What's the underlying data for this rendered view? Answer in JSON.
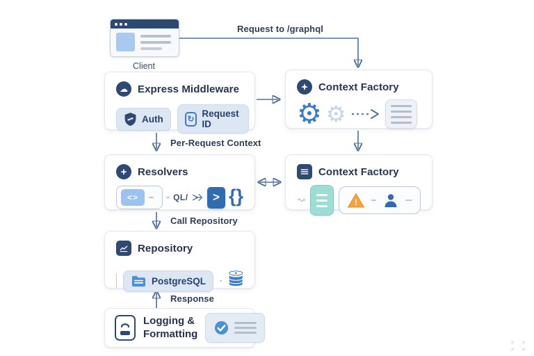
{
  "client": {
    "label": "Client"
  },
  "edges": {
    "request": "Request to /graphql",
    "per_request": "Per-Request Context",
    "call_repository": "Call Repository",
    "response": "Response"
  },
  "nodes": {
    "express_middleware": {
      "title": "Express Middleware",
      "chips": [
        {
          "label": "Auth"
        },
        {
          "label": "Request ID"
        }
      ]
    },
    "context_factory_top": {
      "title": "Context Factory"
    },
    "resolvers": {
      "title": "Resolvers",
      "plus_glyph": "+",
      "code_glyph": "<>",
      "inline_text": "QL/",
      "exec_glyph": ">",
      "braces_glyph": "{}"
    },
    "context_factory_side": {
      "title": "Context Factory",
      "warning_glyph": "!"
    },
    "repository": {
      "title": "Repository",
      "database_label": "PostgreSQL"
    },
    "logging_formatting": {
      "title": "Logging & Formatting"
    }
  },
  "icons": {
    "gear": "⚙",
    "cloud": "☁",
    "refresh": "↻"
  },
  "watermark": "✕ ✕ ✕ ✕",
  "colors": {
    "navy": "#2e4a73",
    "blue": "#3a7cc9",
    "light_blue": "#a9c9ef",
    "chip_bg": "#dde7f3",
    "teal": "#9eddd6",
    "warning": "#f2a33c",
    "wire": "#4f7098"
  }
}
